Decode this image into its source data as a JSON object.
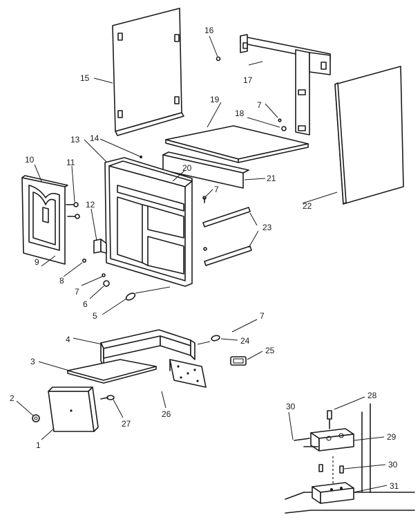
{
  "callouts": {
    "c1": "1",
    "c2": "2",
    "c3": "3",
    "c4": "4",
    "c5": "5",
    "c6": "6",
    "c7a": "7",
    "c7b": "7",
    "c7c": "7",
    "c7d": "7",
    "c8": "8",
    "c9": "9",
    "c10": "10",
    "c11": "11",
    "c12": "12",
    "c13": "13",
    "c14": "14",
    "c15": "15",
    "c16": "16",
    "c17": "17",
    "c18": "18",
    "c19": "19",
    "c20": "20",
    "c21": "21",
    "c22": "22",
    "c23": "23",
    "c24": "24",
    "c25": "25",
    "c26": "26",
    "c27": "27",
    "c28": "28",
    "c29": "29",
    "c30a": "30",
    "c30b": "30",
    "c31": "31"
  }
}
